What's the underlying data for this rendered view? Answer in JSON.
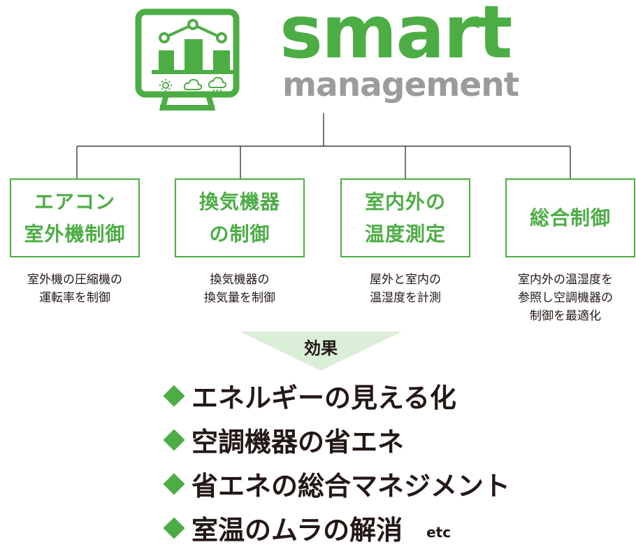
{
  "logo": {
    "word1": "smart",
    "word2": "management",
    "icons": [
      "line-chart-icon",
      "bar-chart-icon",
      "sun-icon",
      "cloud-icon",
      "rain-cloud-icon",
      "monitor-icon"
    ],
    "colors": {
      "green": "#4dad45",
      "gray": "#9b9b9b"
    }
  },
  "categories": [
    {
      "label": "エアコン\n室外機制御",
      "desc": "室外機の圧縮機の\n運転率を制御"
    },
    {
      "label": "換気機器\nの制御",
      "desc": "換気機器の\n換気量を制御"
    },
    {
      "label": "室内外の\n温度測定",
      "desc": "屋外と室内の\n温湿度を計測"
    },
    {
      "label": "総合制御",
      "desc": "室内外の温湿度を\n参照し空調機器の\n制御を最適化"
    }
  ],
  "effect_label": "効果",
  "effects": [
    {
      "text": "エネルギーの見える化"
    },
    {
      "text": "空調機器の省エネ"
    },
    {
      "text": "省エネの総合マネジメント"
    },
    {
      "text": "室温のムラの解消",
      "suffix": "etc"
    }
  ]
}
